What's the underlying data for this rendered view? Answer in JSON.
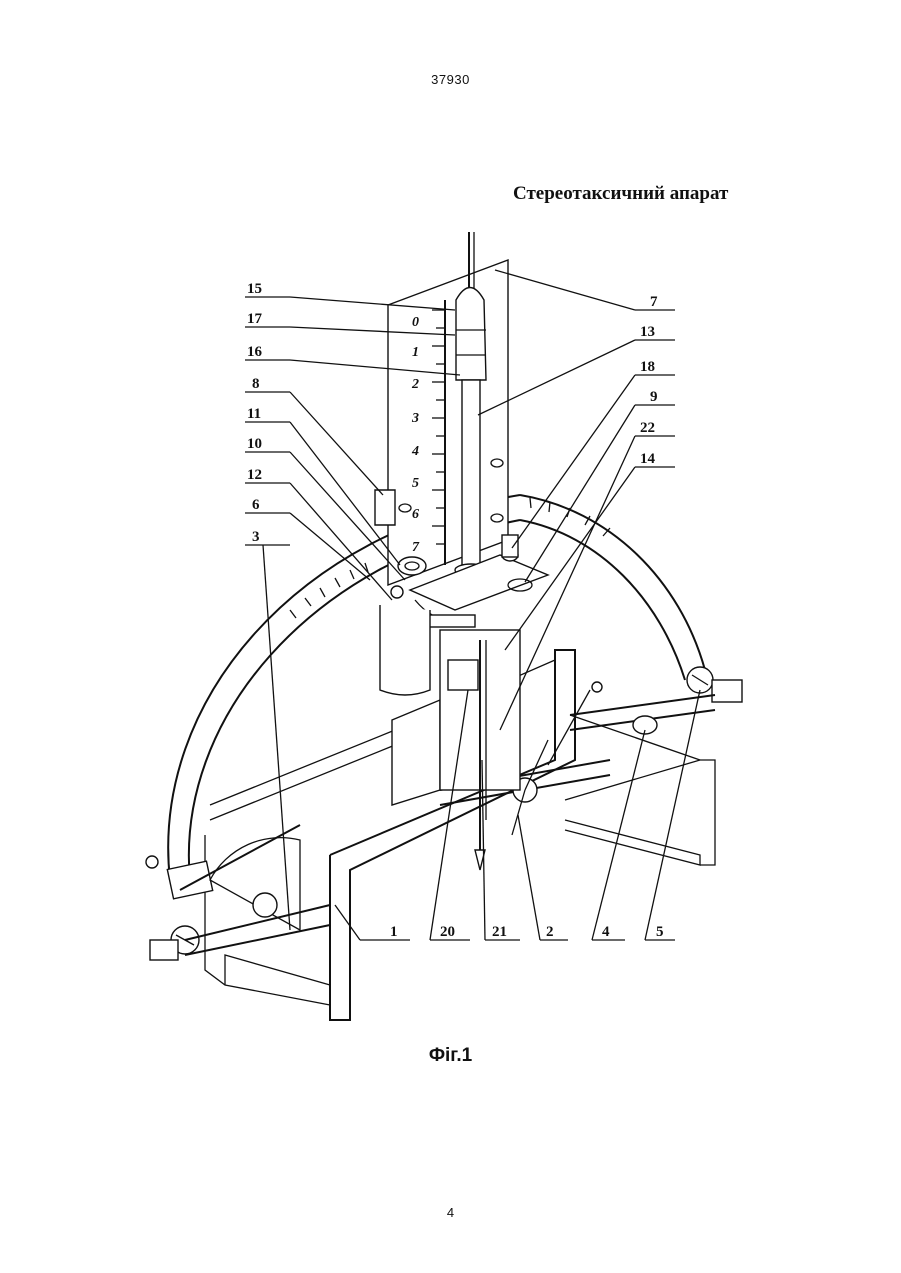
{
  "header": {
    "doc_number": "37930"
  },
  "figure": {
    "title": "Стереотаксичний апарат",
    "caption": "Фіг.1",
    "scale_ticks": [
      "0",
      "1",
      "2",
      "3",
      "4",
      "5",
      "6",
      "7"
    ],
    "labels": {
      "l15": "15",
      "l17": "17",
      "l16": "16",
      "l8": "8",
      "l11": "11",
      "l10": "10",
      "l12": "12",
      "l6": "6",
      "l3": "3",
      "l7": "7",
      "l13": "13",
      "l18": "18",
      "l9": "9",
      "l22": "22",
      "l14": "14",
      "l1": "1",
      "l20": "20",
      "l21": "21",
      "l2": "2",
      "l4": "4",
      "l5": "5"
    }
  },
  "footer": {
    "page_number": "4"
  }
}
